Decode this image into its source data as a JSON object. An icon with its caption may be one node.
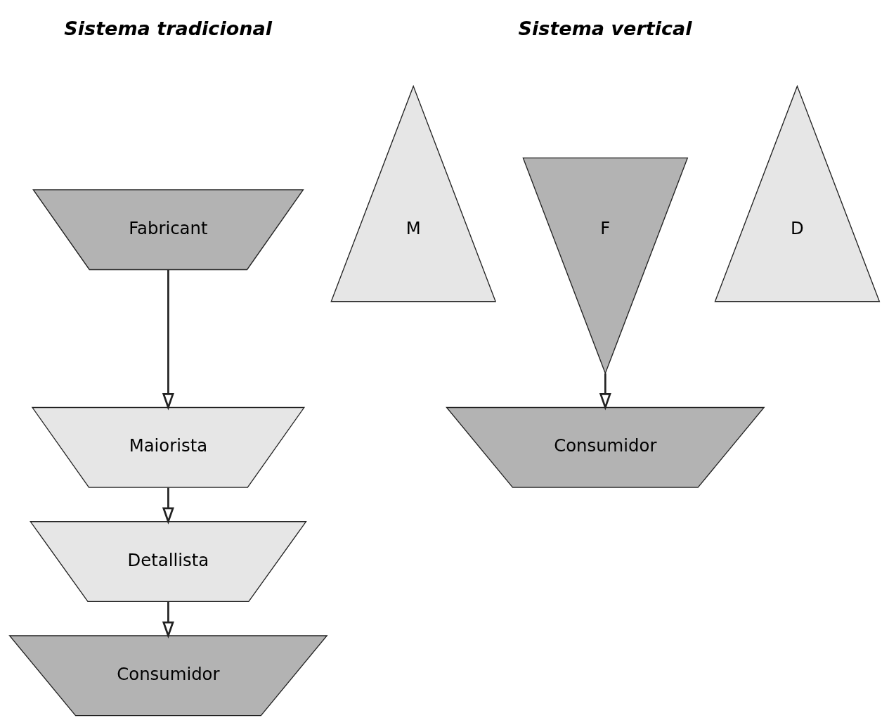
{
  "diagram": {
    "nodes": [
      {
        "text": [
          "Fabricant"
        ]
      },
      {
        "text": [
          "Maiorista"
        ]
      },
      {
        "text": [
          "Detallista"
        ]
      },
      {
        "text": [
          "Consumidor"
        ]
      },
      {
        "text": [
          "M"
        ]
      },
      {
        "text": [
          "F"
        ]
      },
      {
        "text": [
          "D"
        ]
      },
      {
        "text": [
          "Consumidor"
        ]
      }
    ],
    "edges": [
      {
        "from": 0,
        "to": 1,
        "arrow": "to"
      },
      {
        "from": 1,
        "to": 2,
        "arrow": "to"
      },
      {
        "from": 2,
        "to": 3,
        "arrow": "to"
      },
      {
        "from": 5,
        "to": 7,
        "arrow": "to"
      }
    ],
    "labels": [
      "Sistema tradicional",
      "Sistema vertical"
    ]
  }
}
